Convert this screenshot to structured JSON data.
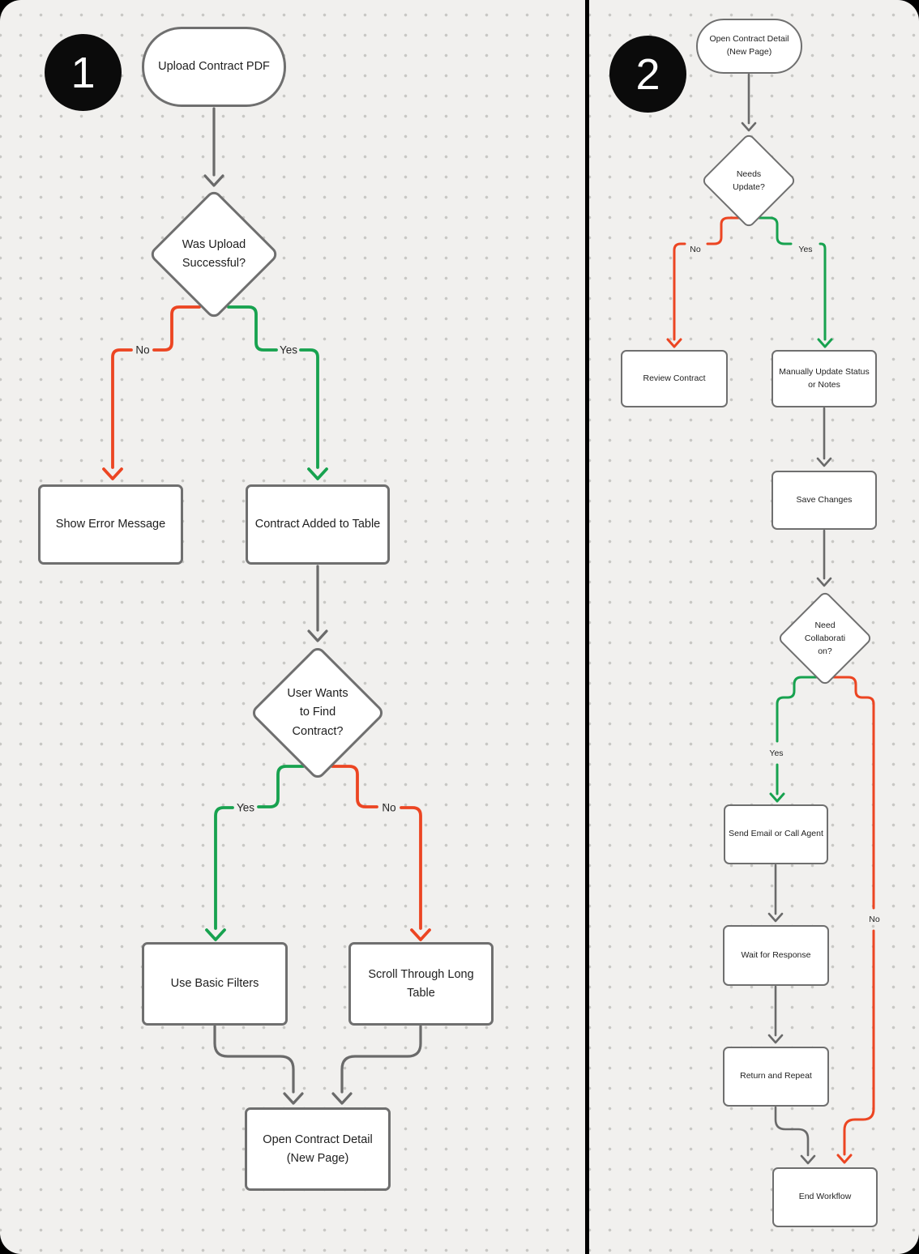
{
  "colors": {
    "yes_green": "#17A24F",
    "no_red": "#EC4522",
    "connector_gray": "#6A6A6A",
    "node_border": "#6F6F6F",
    "node_fill": "#FFFFFF",
    "canvas": "#F1F0EE",
    "frame": "#000000"
  },
  "panel1": {
    "badge": "1",
    "nodes": {
      "start": "Upload Contract PDF",
      "decision_upload": "Was Upload\nSuccessful?",
      "show_error": "Show Error Message",
      "contract_added": "Contract Added to Table",
      "decision_find": "User Wants\nto Find\nContract?",
      "use_filters": "Use Basic Filters",
      "scroll_table": "Scroll Through Long\nTable",
      "open_detail": "Open Contract Detail\n(New Page)"
    },
    "labels": {
      "upload_no": "No",
      "upload_yes": "Yes",
      "find_yes": "Yes",
      "find_no": "No"
    }
  },
  "panel2": {
    "badge": "2",
    "nodes": {
      "start": "Open Contract Detail\n(New Page)",
      "decision_update": "Needs\nUpdate?",
      "review": "Review Contract",
      "manual_update": "Manually Update Status\nor Notes",
      "save": "Save Changes",
      "decision_collab": "Need\nCollaborati\non?",
      "email": "Send Email or Call Agent",
      "wait": "Wait for Response",
      "repeat": "Return and Repeat",
      "end": "End Workflow"
    },
    "labels": {
      "update_no": "No",
      "update_yes": "Yes",
      "collab_yes": "Yes",
      "collab_no": "No"
    }
  }
}
